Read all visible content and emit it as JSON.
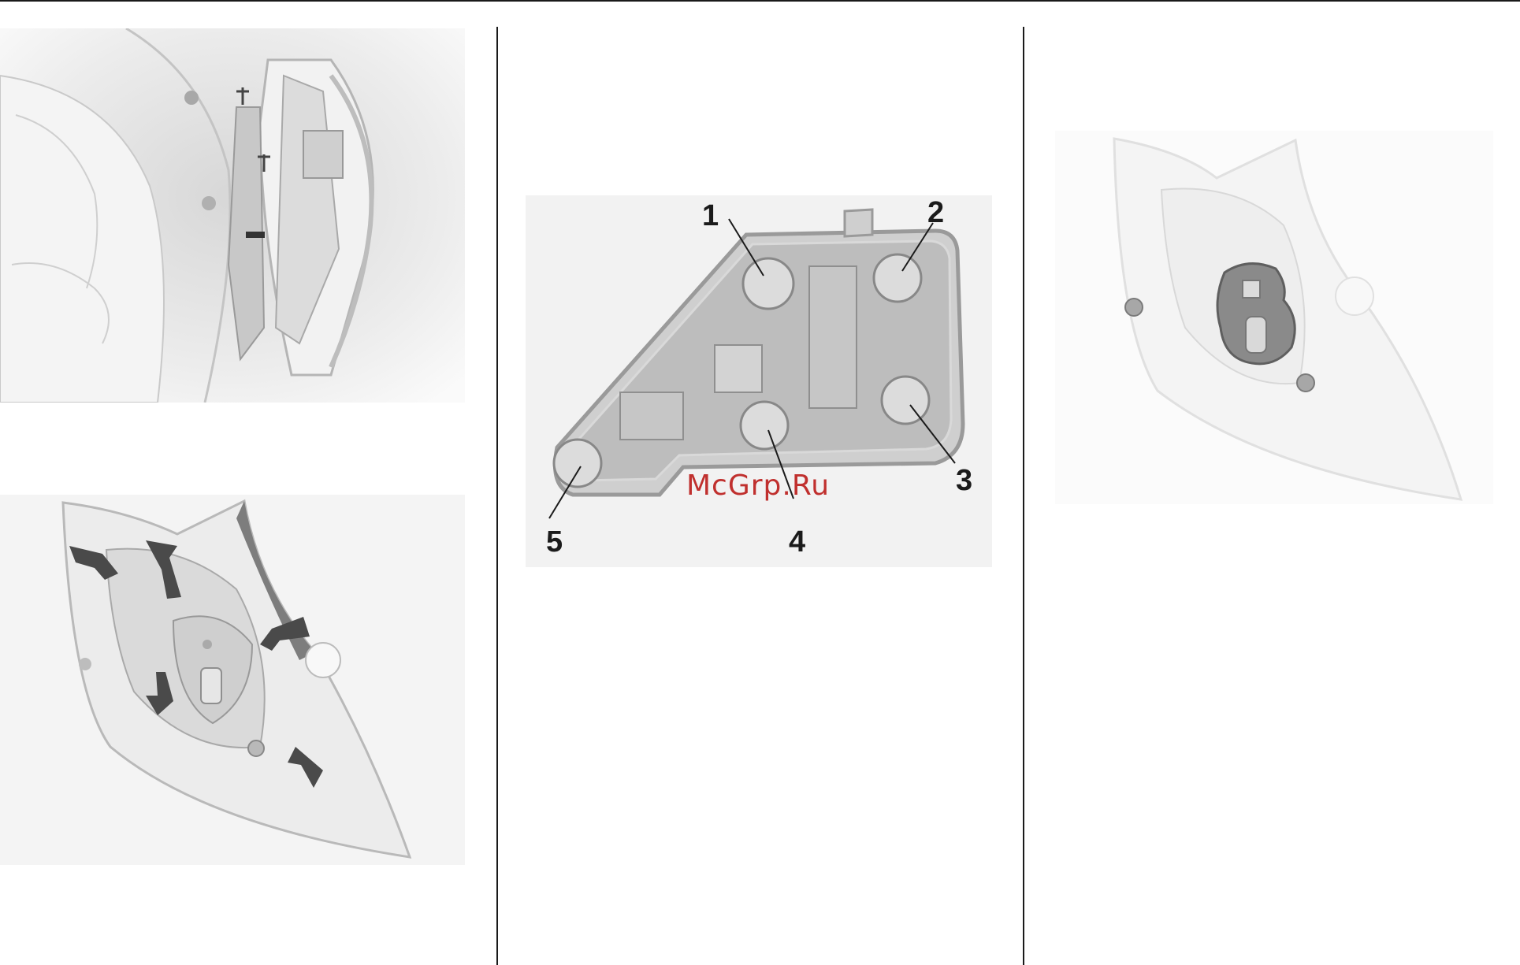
{
  "figures": {
    "bulb_holder": {
      "callouts": [
        "1",
        "2",
        "3",
        "4",
        "5"
      ]
    }
  },
  "watermark": "McGrp.Ru"
}
